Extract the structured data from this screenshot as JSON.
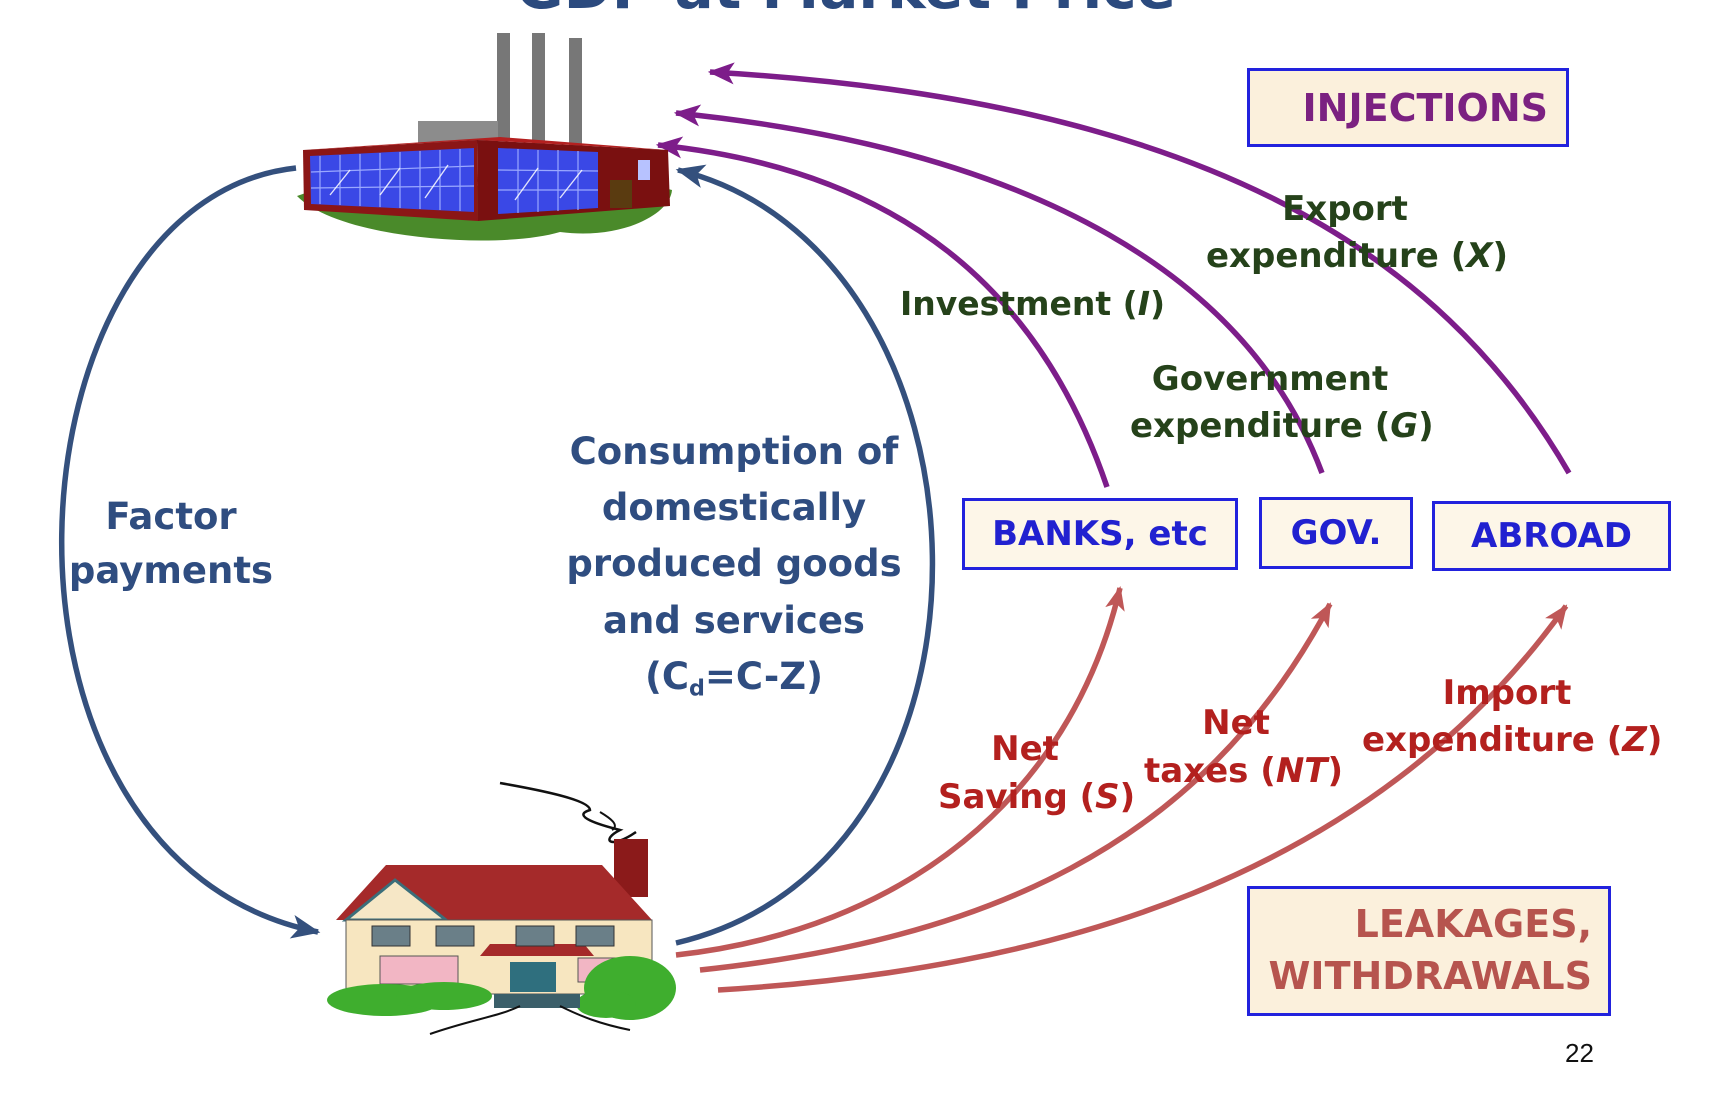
{
  "title_fragment": "GDP at Market Price",
  "labels": {
    "factor_payments": [
      "Factor",
      "payments"
    ],
    "consumption": {
      "line1": "Consumption of",
      "line2": "domestically",
      "line3": "produced goods",
      "line4": "and services",
      "formula_open": "(C",
      "formula_sub": "d",
      "formula_rest": "=C-Z)"
    },
    "investment": {
      "text": "Investment (",
      "var": "I",
      "close": ")"
    },
    "government": {
      "line1": "Government",
      "line2_text": "expenditure (",
      "var": "G",
      "close": ")"
    },
    "export": {
      "line1": "Export",
      "line2_text": "expenditure (",
      "var": "X",
      "close": ")"
    },
    "net_saving": {
      "line1": "Net",
      "line2_text": "Saving (",
      "var": "S",
      "close": ")"
    },
    "net_taxes": {
      "line1": "Net",
      "line2_text": "taxes (",
      "var": "NT",
      "close": ")"
    },
    "import": {
      "line1": "Import",
      "line2_text": "expenditure (",
      "var": "Z",
      "close": ")"
    }
  },
  "boxes": {
    "injections": "INJECTIONS",
    "leakages_line1": "LEAKAGES,",
    "leakages_line2": "WITHDRAWALS",
    "banks": "BANKS, etc",
    "gov": "GOV.",
    "abroad": "ABROAD"
  },
  "page_number": "22",
  "colors": {
    "flow_blue": "#34507d",
    "injection_purple": "#7d1d8a",
    "leakage_red": "#bf5757",
    "box_border": "#2222dd",
    "box_fill": "#fbf0dc"
  },
  "icons": {
    "firm": "factory-icon",
    "household": "house-icon"
  }
}
